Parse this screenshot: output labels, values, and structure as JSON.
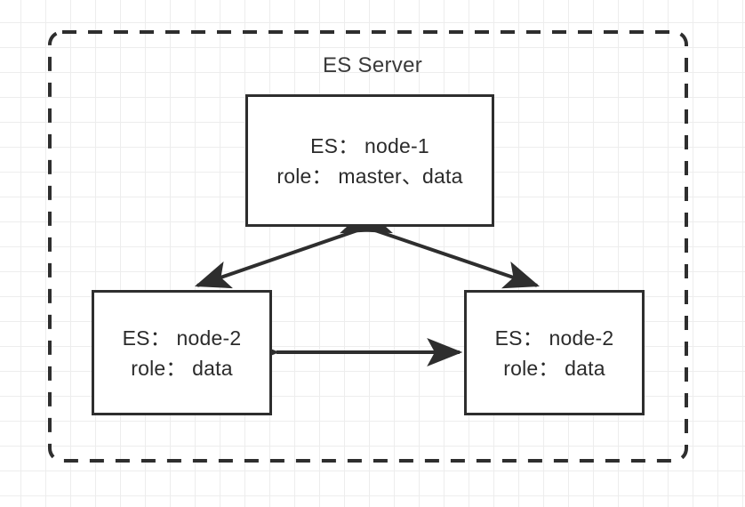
{
  "diagram": {
    "title": "ES Server",
    "boundary": {
      "style": "dashed",
      "color": "#2e2e2e"
    },
    "canvas": {
      "background": "#ffffff",
      "grid_color": "#ededed",
      "grid_size": 28
    },
    "nodes": [
      {
        "id": "node-top",
        "line1": "ES： node-1",
        "line2": "role： master、data"
      },
      {
        "id": "node-bottom-left",
        "line1": "ES： node-2",
        "line2": "role： data"
      },
      {
        "id": "node-bottom-right",
        "line1": "ES： node-2",
        "line2": "role： data"
      }
    ],
    "connectors": [
      {
        "id": "top-to-left",
        "type": "double-arrow-diagonal",
        "from": "node-top",
        "to": "node-bottom-left"
      },
      {
        "id": "top-to-right",
        "type": "double-arrow-diagonal",
        "from": "node-top",
        "to": "node-bottom-right"
      },
      {
        "id": "left-to-right",
        "type": "double-arrow-horizontal",
        "from": "node-bottom-left",
        "to": "node-bottom-right"
      }
    ]
  }
}
